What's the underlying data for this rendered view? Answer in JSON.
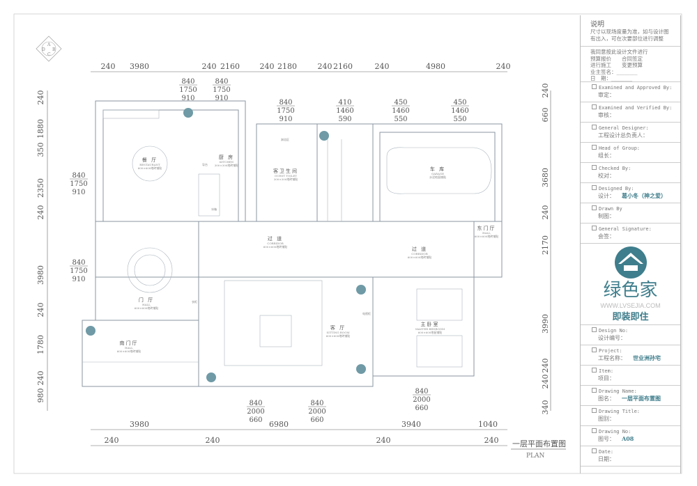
{
  "drawing": {
    "title_cn": "一层平面布置图",
    "title_en": "PLAN",
    "compass_letters": [
      "A",
      "B",
      "C",
      "D"
    ],
    "dims_top": [
      "240",
      "3980",
      "240",
      "2160",
      "240",
      "2180",
      "240",
      "2160",
      "240",
      "4980",
      "240"
    ],
    "dims_bottom_outer": [
      "3980",
      "6980",
      "3940",
      "1040"
    ],
    "dims_bottom_inner": [
      "240",
      "240",
      "240",
      "240"
    ],
    "dims_left": [
      "240",
      "1880",
      "350",
      "2350",
      "240",
      "3980",
      "240",
      "1780",
      "240",
      "980"
    ],
    "dims_right": [
      "240",
      "660",
      "3680",
      "240",
      "2170",
      "3990",
      "240",
      "240",
      "340"
    ],
    "windows": [
      [
        "840",
        "1750",
        "910"
      ],
      [
        "840",
        "1750",
        "910"
      ],
      [
        "840",
        "1750",
        "910"
      ],
      [
        "410",
        "1460",
        "590"
      ],
      [
        "450",
        "1460",
        "550"
      ],
      [
        "450",
        "1460",
        "550"
      ],
      [
        "840",
        "1750",
        "910"
      ],
      [
        "840",
        "1750",
        "910"
      ],
      [
        "840",
        "2000",
        "660"
      ],
      [
        "840",
        "2000",
        "660"
      ],
      [
        "840",
        "2000",
        "660"
      ]
    ],
    "rooms": [
      {
        "cn": "餐 厅",
        "en": "RESTAURANT",
        "spec": "600×600地砖铺贴"
      },
      {
        "cn": "厨 房",
        "en": "KITCHEN",
        "spec": "300×300地砖铺贴"
      },
      {
        "cn": "客卫生间",
        "en": "GUEST TOILET",
        "spec": "300×300地砖铺贴"
      },
      {
        "cn": "车 库",
        "en": "GARAGE",
        "spec": "水泥地面铺贴"
      },
      {
        "cn": "过 道",
        "en": "CORRIDOR",
        "spec": "600×600地砖铺贴"
      },
      {
        "cn": "过 道",
        "en": "CORRIDOR",
        "spec": "600×600地砖铺贴"
      },
      {
        "cn": "东门厅",
        "en": "HALL",
        "spec": "600×600地砖铺贴"
      },
      {
        "cn": "门 厅",
        "en": "HALL",
        "spec": "600×600地砖铺贴"
      },
      {
        "cn": "南门厅",
        "en": "HALL",
        "spec": "600×600地砖铺贴"
      },
      {
        "cn": "客 厅",
        "en": "SITTING ROOM",
        "spec": "600×600地砖铺贴"
      },
      {
        "cn": "主卧室",
        "en": "MASTER BEDROOM",
        "spec": "600×600地板铺贴"
      }
    ],
    "fixtures": {
      "island": "导台",
      "fridge": "冰箱",
      "shower": "淋浴区",
      "cabinet": "衣柜",
      "tv_cabinet": "电视柜"
    }
  },
  "title_block": {
    "notes_heading": "说明",
    "notes": [
      "尺寸以现场度量为准，如与设计图",
      "有出入，可在次要部位进行调整"
    ],
    "sign_lines": [
      "我同意按此设计文件进行",
      "预算报价　　合同签定",
      "进行施工　　变更预算",
      "业主签名：________",
      "日　期：________"
    ],
    "rows_top": [
      {
        "en": "Examined and Approved By:",
        "cn": "审定：",
        "value": ""
      },
      {
        "en": "Examined and Verified By:",
        "cn": "审核：",
        "value": ""
      },
      {
        "en": "General Designer:",
        "cn": "工程设计总负责人：",
        "value": ""
      },
      {
        "en": "Head of Group:",
        "cn": "组长：",
        "value": ""
      },
      {
        "en": "Checked By:",
        "cn": "校对：",
        "value": ""
      },
      {
        "en": "Designed By:",
        "cn": "设计：",
        "value": "葛小冬（神之爱）"
      },
      {
        "en": "Drawn By",
        "cn": "制图：",
        "value": ""
      },
      {
        "en": "General Signature:",
        "cn": "会签：",
        "value": ""
      }
    ],
    "logo": {
      "name": "绿色家",
      "url": "WWW.LVSEJIA.COM",
      "slogan": "即装即住"
    },
    "rows_bottom": [
      {
        "en": "Design No:",
        "cn": "设计编号：",
        "value": ""
      },
      {
        "en": "Project:",
        "cn": "工程名称：",
        "value": "世业洲孙宅"
      },
      {
        "en": "Item:",
        "cn": "项目：",
        "value": ""
      },
      {
        "en": "Drawing Name:",
        "cn": "图名：",
        "value": "一层平面布置图"
      },
      {
        "en": "Drawing Title:",
        "cn": "图别：",
        "value": ""
      },
      {
        "en": "Drawing No:",
        "cn": "图号：",
        "value": "A08"
      },
      {
        "en": "Date:",
        "cn": "日期：",
        "value": ""
      }
    ],
    "accent_color": "#3f7e8c"
  }
}
